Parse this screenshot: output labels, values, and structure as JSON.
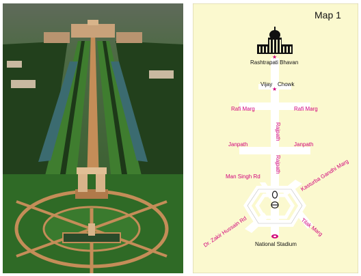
{
  "map": {
    "title": "Map 1",
    "background_color": "#fbf9cf",
    "road_color": "#ffffff",
    "label_color": "#d0007a",
    "labels": {
      "rashtrapati_bhavan": "Rashtrapati Bhavan",
      "vijay_chowk_left": "Vijay",
      "vijay_chowk_right": "Chowk",
      "rafi_marg_left": "Rafi Marg",
      "rafi_marg_right": "Rafi Marg",
      "rajpath_upper": "Rajpath",
      "janpath_left": "Janpath",
      "janpath_right": "Janpath",
      "rajpath_lower": "Rajpath",
      "man_singh_rd": "Man Singh Rd",
      "kasturba_gandhi_marg": "Kasturba Gandhi Marg",
      "dr_zakir_hussain_rd": "Dr. Zakir Hussain Rd",
      "tilak_marg": "Tilak Marg",
      "national_stadium": "National Stadium"
    }
  },
  "photo": {
    "subject": "aerial-view-rajpath-india-gate",
    "colors": {
      "sky_haze": "#6f7868",
      "lawn": "#3e7a2e",
      "trees": "#1f3a1a",
      "water": "#3a6a6e",
      "road": "#c08a5a",
      "building": "#c9a27a"
    }
  }
}
